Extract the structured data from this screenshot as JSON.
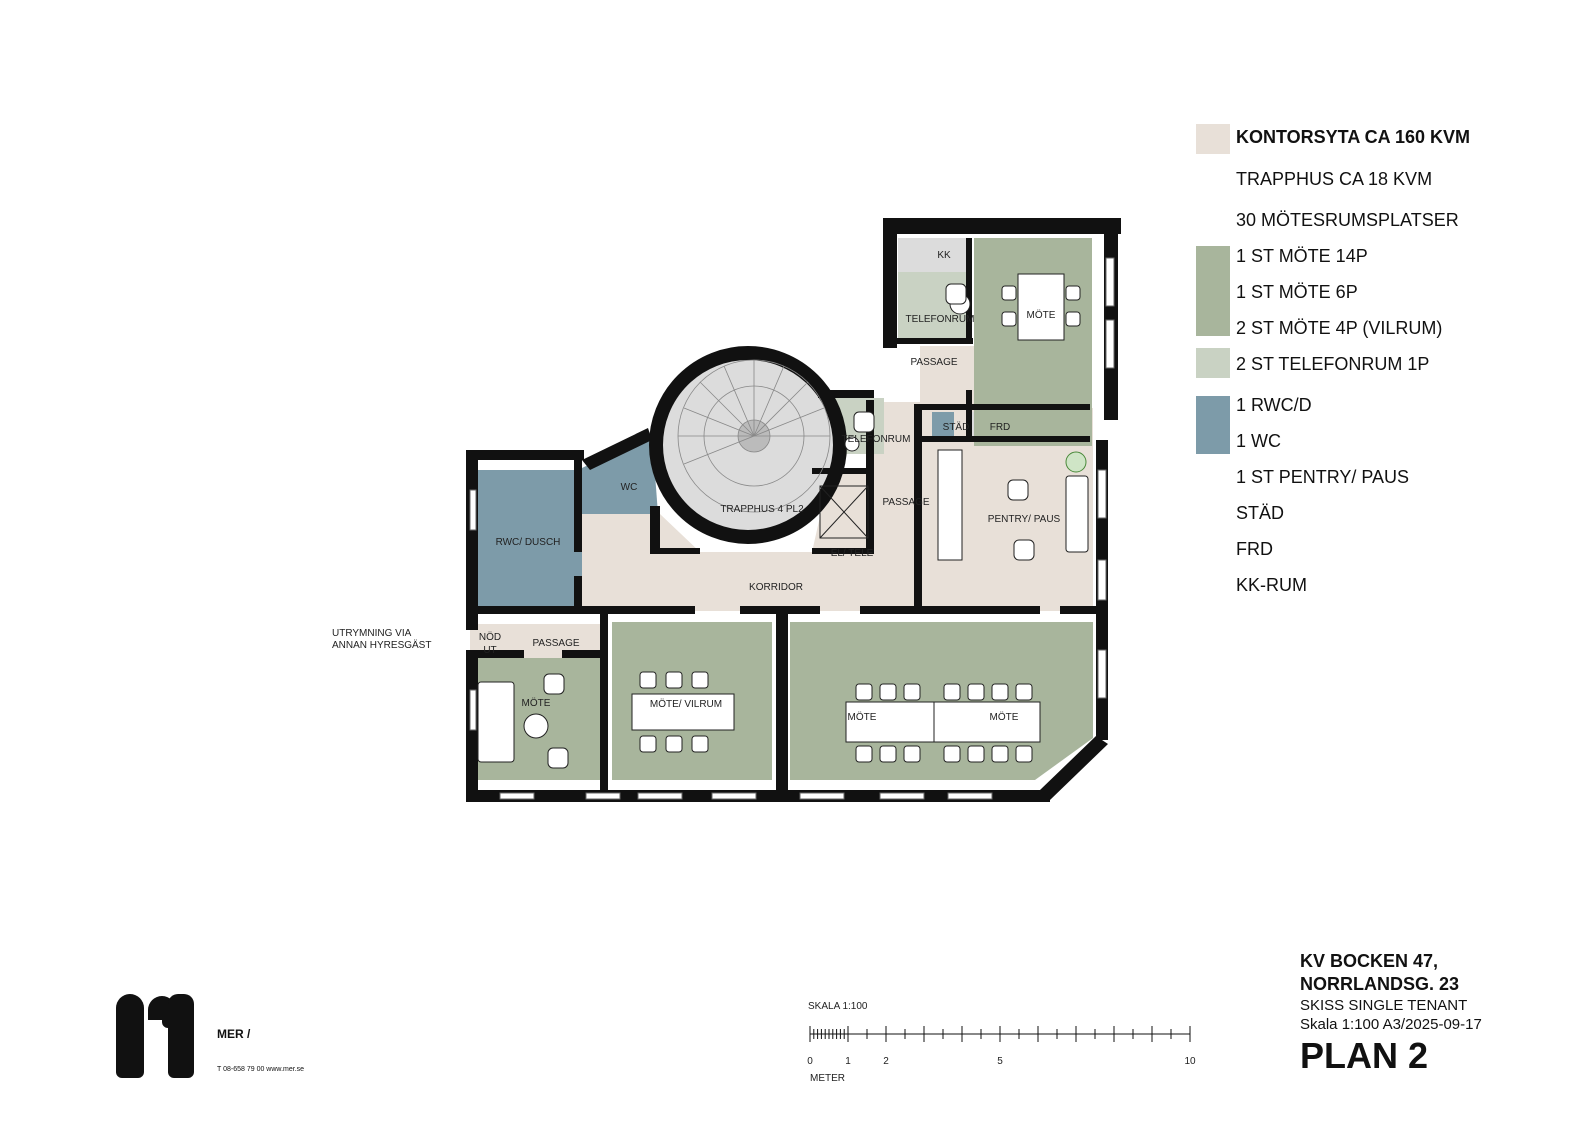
{
  "legend": {
    "items": [
      {
        "label": "KONTORSYTA CA 160 KVM",
        "bold": true,
        "swatch": "#e8e0d8"
      },
      {
        "label": "TRAPPHUS CA 18 KVM",
        "bold": false,
        "swatch": ""
      },
      {
        "label": "30 MÖTESRUMSPLATSER",
        "bold": false,
        "swatch": ""
      },
      {
        "label": "1 ST MÖTE 14P",
        "bold": false,
        "swatch": "#a8b59c"
      },
      {
        "label": "1 ST MÖTE 6P",
        "bold": false,
        "swatch": "#a8b59c"
      },
      {
        "label": "2 ST MÖTE 4P (VILRUM)",
        "bold": false,
        "swatch": "#a8b59c"
      },
      {
        "label": "2 ST TELEFONRUM 1P",
        "bold": false,
        "swatch": "#c9d2c3"
      },
      {
        "label": "1 RWC/D",
        "bold": false,
        "swatch": "#7d9ba9"
      },
      {
        "label": "1 WC",
        "bold": false,
        "swatch": "#7d9ba9"
      },
      {
        "label": "1 ST PENTRY/ PAUS",
        "bold": false,
        "swatch": ""
      },
      {
        "label": "STÄD",
        "bold": false,
        "swatch": ""
      },
      {
        "label": "FRD",
        "bold": false,
        "swatch": ""
      },
      {
        "label": "KK-RUM",
        "bold": false,
        "swatch": ""
      }
    ]
  },
  "rooms": {
    "kk": "KK",
    "telefonrum_1": "TELEFONRUM",
    "mote_top": "MÖTE",
    "passage_top": "PASSAGE",
    "telefonrum_2": "TELEFONRUM",
    "stad": "STÄD",
    "frd": "FRD",
    "wc": "WC",
    "rwc_dusch": "RWC/ DUSCH",
    "trapphus": "TRAPPHUS 4 PL2",
    "passage_mid": "PASSAGE",
    "pentry": "PENTRY/ PAUS",
    "el_tele": "EL/ TELE",
    "korridor": "KORRIDOR",
    "nod_ut_1": "NÖD",
    "nod_ut_2": "UT",
    "passage_low": "PASSAGE",
    "mote_left": "MÖTE",
    "mote_vilrum": "MÖTE/ VILRUM",
    "mote_big_a": "MÖTE",
    "mote_big_b": "MÖTE"
  },
  "annotations": {
    "evac_line1": "UTRYMNING VIA",
    "evac_line2": "ANNAN HYRESGÄST"
  },
  "scale_bar": {
    "title": "SKALA 1:100",
    "ticks": [
      "0",
      "1",
      "2",
      "5",
      "10"
    ],
    "unit": "METER"
  },
  "title_block": {
    "line1": "KV BOCKEN 47,",
    "line2": "NORRLANDSG. 23",
    "line3": "SKISS SINGLE TENANT",
    "line4": "Skala 1:100 A3/2025-09-17",
    "plan": "PLAN 2"
  },
  "logo": {
    "name": "MER /",
    "contact": "T 08-658 79 00   www.mer.se",
    "icon": "mer-logo-icon"
  },
  "colors": {
    "office": "#e8e0d8",
    "meeting": "#a8b59c",
    "phone": "#c9d2c3",
    "wet": "#7d9ba9",
    "stair": "#dcdcdc",
    "wall": "#111111"
  }
}
